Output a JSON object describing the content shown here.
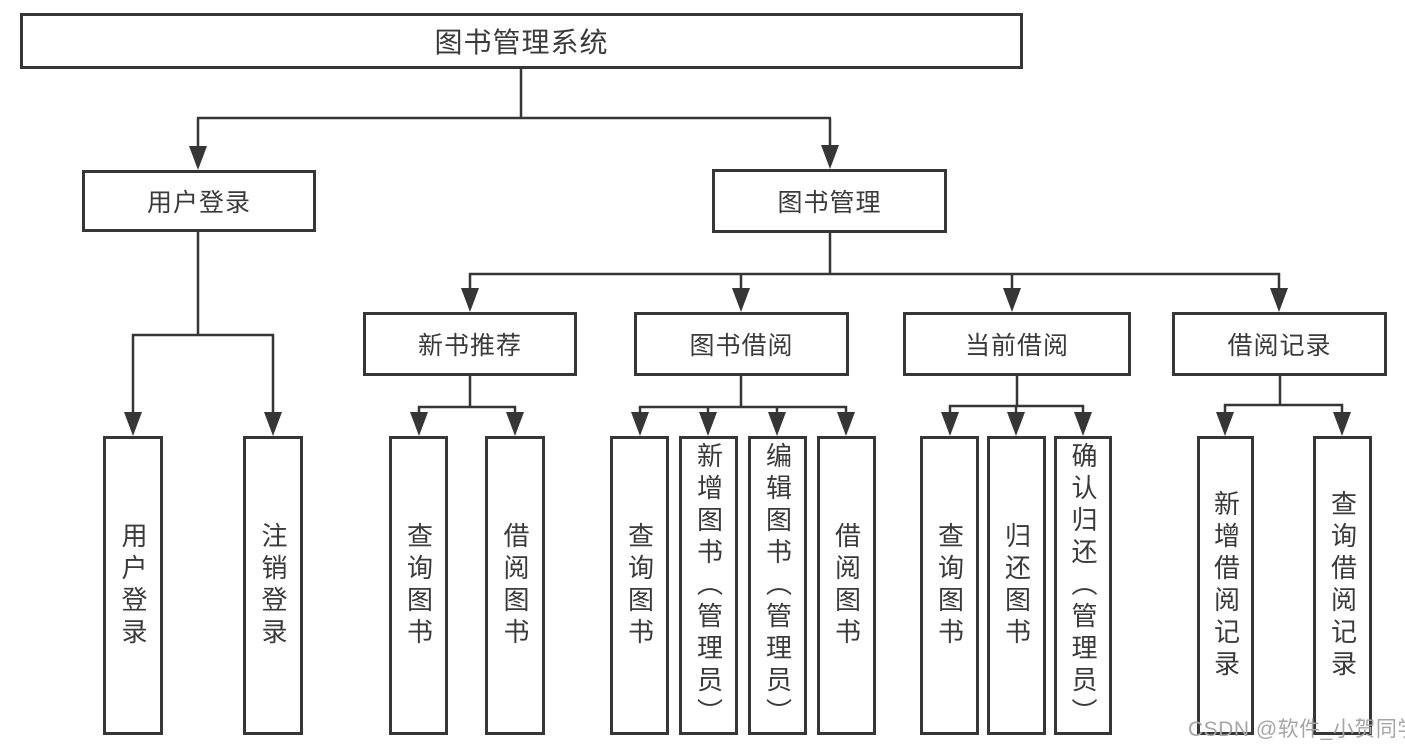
{
  "colors": {
    "line": "#363636",
    "box_border": "#363636",
    "text": "#3a3a3a",
    "background": "#ffffff",
    "watermark": "#a6a6a6"
  },
  "watermark": "CSDN @软件_小贺同学",
  "nodes": {
    "root": "图书管理系统",
    "userLogin": "用户登录",
    "bookMgmt": "图书管理",
    "newBookRec": "新书推荐",
    "bookBorrow": "图书借阅",
    "currentBorrow": "当前借阅",
    "borrowRecords": "借阅记录",
    "ulLogin": "用户登录",
    "ulLogout": "注销登录",
    "nbQuery": "查询图书",
    "nbBorrow": "借阅图书",
    "bbQuery": "查询图书",
    "bbAdd": "新增图书（管理员）",
    "bbEdit": "编辑图书（管理员）",
    "bbBorrow": "借阅图书",
    "cbQuery": "查询图书",
    "cbReturn": "归还图书",
    "cbConfirm": "确认归还（管理员）",
    "brAdd": "新增借阅记录",
    "brQuery": "查询借阅记录"
  },
  "hierarchy": {
    "type": "tree",
    "root": {
      "label": "图书管理系统",
      "children": [
        {
          "label": "用户登录",
          "children": [
            {
              "label": "用户登录"
            },
            {
              "label": "注销登录"
            }
          ]
        },
        {
          "label": "图书管理",
          "children": [
            {
              "label": "新书推荐",
              "children": [
                {
                  "label": "查询图书"
                },
                {
                  "label": "借阅图书"
                }
              ]
            },
            {
              "label": "图书借阅",
              "children": [
                {
                  "label": "查询图书"
                },
                {
                  "label": "新增图书（管理员）"
                },
                {
                  "label": "编辑图书（管理员）"
                },
                {
                  "label": "借阅图书"
                }
              ]
            },
            {
              "label": "当前借阅",
              "children": [
                {
                  "label": "查询图书"
                },
                {
                  "label": "归还图书"
                },
                {
                  "label": "确认归还（管理员）"
                }
              ]
            },
            {
              "label": "借阅记录",
              "children": [
                {
                  "label": "新增借阅记录"
                },
                {
                  "label": "查询借阅记录"
                }
              ]
            }
          ]
        }
      ]
    }
  }
}
